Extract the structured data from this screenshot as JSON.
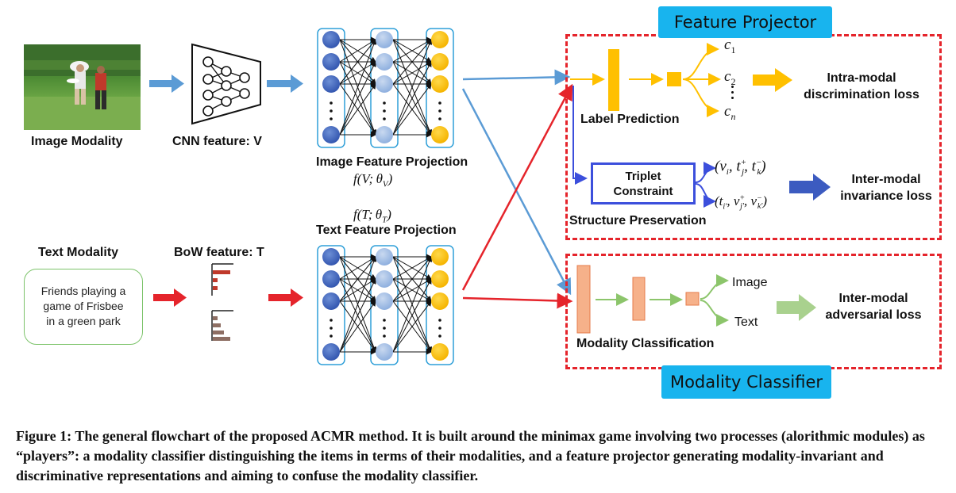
{
  "feature_projector": {
    "title": "Feature Projector"
  },
  "modality_classifier": {
    "title": "Modality Classifier"
  },
  "image_branch": {
    "modality_label": "Image Modality",
    "cnn_label": "CNN feature: V",
    "projection_label": "Image Feature Projection",
    "projection_formula": "f(V; θ_V)"
  },
  "text_branch": {
    "modality_label": "Text Modality",
    "text_sample": [
      "Friends playing a",
      "game of Frisbee",
      "in a green park"
    ],
    "bow_label": "BoW feature: T",
    "projection_label": "Text Feature Projection",
    "projection_formula": "f(T; θ_T)"
  },
  "label_prediction": {
    "label": "Label Prediction",
    "classes": [
      "c1",
      "c2",
      "cn"
    ],
    "loss": [
      "Intra-modal",
      "discrimination loss"
    ]
  },
  "structure_preservation": {
    "label": "Structure Preservation",
    "triplet_box": [
      "Triplet",
      "Constraint"
    ],
    "triplets": [
      "(v_i, t_j+, t_k−)",
      "(t_i', v_j'+, v_k'−)"
    ],
    "loss": [
      "Inter-modal",
      "invariance loss"
    ]
  },
  "modality_classification": {
    "label": "Modality Classification",
    "outputs": [
      "Image",
      "Text"
    ],
    "loss": [
      "Inter-modal",
      "adversarial loss"
    ]
  },
  "caption": "Figure 1: The general flowchart of the proposed ACMR method. It is built around the minimax game involving two processes (alorithmic modules) as “players”: a modality classifier distinguishing the items in terms of their modalities, and a feature projector generating modality-invariant and discriminative representations and aiming to confuse the modality classifier.",
  "colors": {
    "dashed_box": "#e5242b",
    "tag_fill": "#18b4ee",
    "image_arrow": "#5b9bd5",
    "text_arrow": "#e5242b",
    "label_pred": "#ffc000",
    "triplet": "#3c4fdc",
    "modality_cls": "#f4a582",
    "adv_loss_arrow": "#a9d18e"
  }
}
